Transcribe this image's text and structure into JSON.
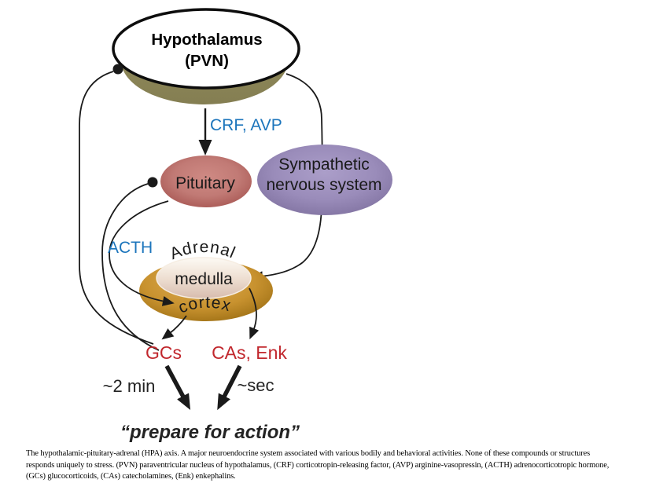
{
  "diagram": {
    "nodes": {
      "hypothalamus": {
        "line1": "Hypothalamus",
        "line2": "(PVN)",
        "fill": "#ffffff",
        "shadow_color": "#8d8659",
        "border_color": "#0d0d0d"
      },
      "pituitary": {
        "label": "Pituitary",
        "fill": "#c07a74"
      },
      "sympathetic": {
        "line1": "Sympathetic",
        "line2": "nervous system",
        "fill": "#9a8cba"
      },
      "adrenal": {
        "label": "Adrenal",
        "medulla_label": "medulla",
        "cortex_label": "cortex",
        "cortex_fill": "#c8922f",
        "medulla_fill": "#eedfd2"
      }
    },
    "labels": {
      "crf_avp": "CRF, AVP",
      "acth": "ACTH",
      "gcs": "GCs",
      "cas_enk": "CAs, Enk",
      "time_gcs": "~2 min",
      "time_cas": "~sec",
      "prepare": "“prepare for action”"
    },
    "colors": {
      "hormone_blue": "#1c75bc",
      "output_red": "#c1272d",
      "line_black": "#1a1a1a"
    }
  },
  "caption": {
    "lines": [
      "The hypothalamic-pituitary-adrenal (HPA) axis. A major neuroendocrine system associated with various bodily and behavioral activities. None of these compounds or structures",
      "responds uniquely to stress. (PVN) paraventricular nucleus of hypothalamus, (CRF) corticotropin-releasing factor, (AVP) arginine-vasopressin, (ACTH) adrenocorticotropic hormone,",
      "(GCs) glucocorticoids, (CAs) catecholamines, (Enk) enkephalins."
    ]
  }
}
